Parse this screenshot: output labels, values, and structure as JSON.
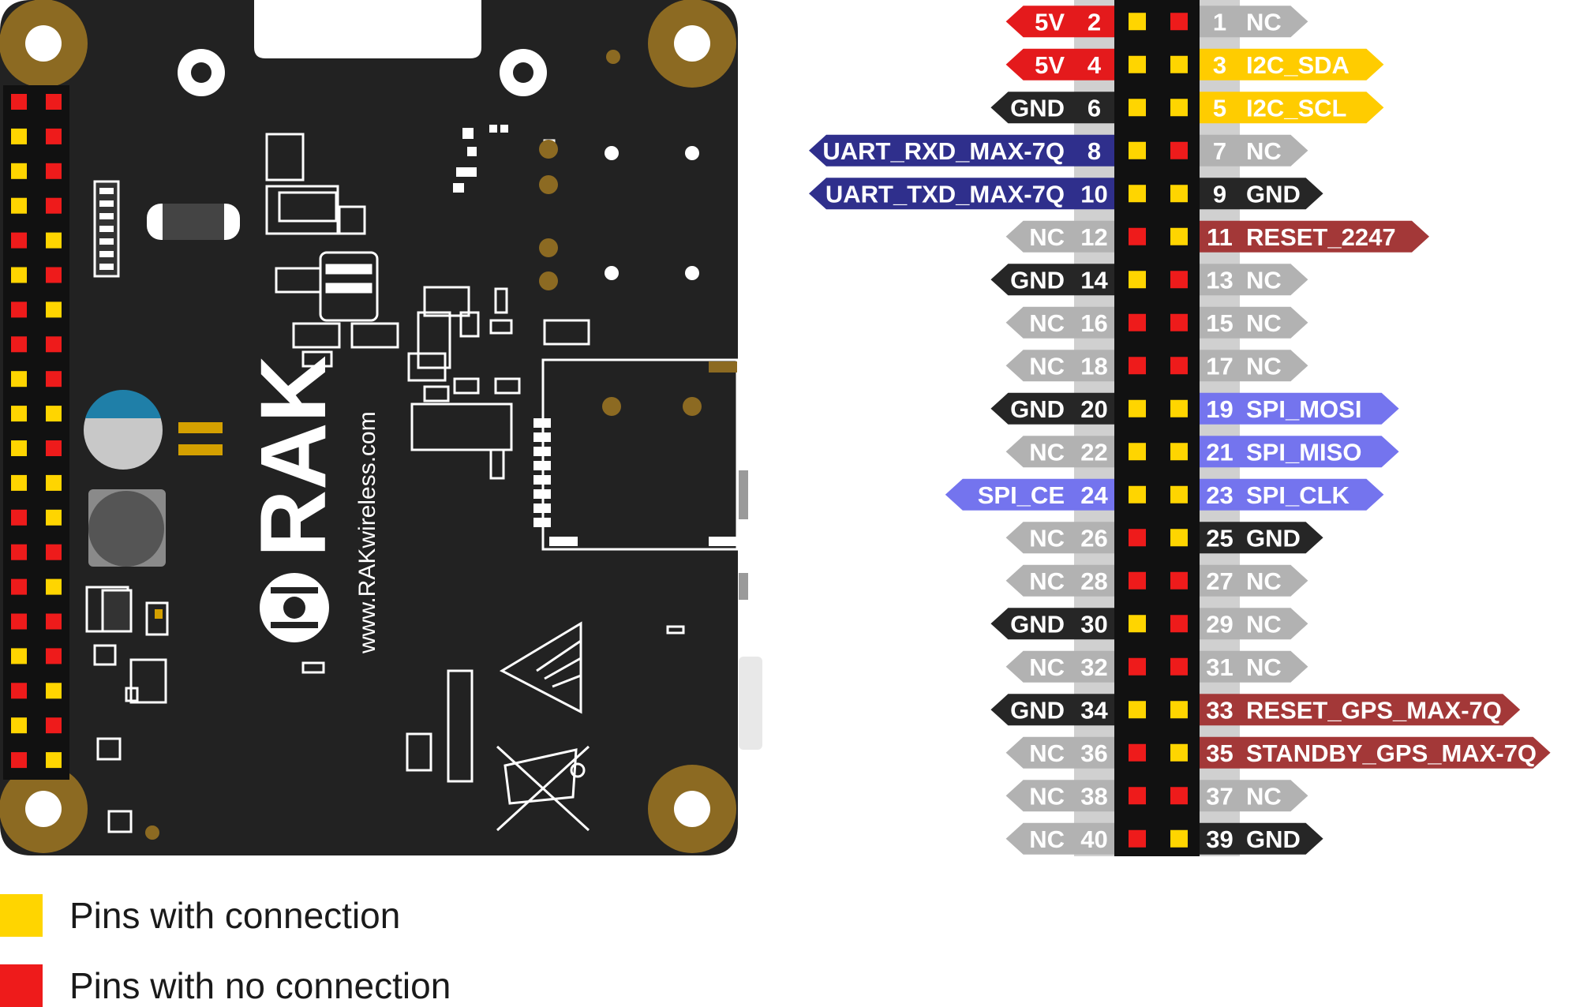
{
  "board": {
    "brand": "RAK",
    "website": "www.RAKwireless.com"
  },
  "colors": {
    "connected": "#ffd500",
    "not_connected": "#ee1b1b",
    "board": "#222222",
    "mount_pad": "#8c6a22",
    "power": "#e41a1c",
    "gnd": "#262626",
    "nc": "#b2b2b2",
    "i2c": "#ffcc00",
    "uart": "#2f2f8c",
    "spi": "#7474ee",
    "reset": "#a33838",
    "pin_number_light": "#d0d0d0",
    "pin_number_dark": "#1e1e1e"
  },
  "header": {
    "left_pins": [
      {
        "number": "2",
        "label": "5V",
        "type": "power",
        "connected": true
      },
      {
        "number": "4",
        "label": "5V",
        "type": "power",
        "connected": true
      },
      {
        "number": "6",
        "label": "GND",
        "type": "gnd",
        "connected": true
      },
      {
        "number": "8",
        "label": "UART_RXD_MAX-7Q",
        "type": "uart",
        "connected": true
      },
      {
        "number": "10",
        "label": "UART_TXD_MAX-7Q",
        "type": "uart",
        "connected": true
      },
      {
        "number": "12",
        "label": "NC",
        "type": "nc",
        "connected": false
      },
      {
        "number": "14",
        "label": "GND",
        "type": "gnd",
        "connected": true
      },
      {
        "number": "16",
        "label": "NC",
        "type": "nc",
        "connected": false
      },
      {
        "number": "18",
        "label": "NC",
        "type": "nc",
        "connected": false
      },
      {
        "number": "20",
        "label": "GND",
        "type": "gnd",
        "connected": true
      },
      {
        "number": "22",
        "label": "NC",
        "type": "nc",
        "connected": true
      },
      {
        "number": "24",
        "label": "SPI_CE",
        "type": "spi",
        "connected": true
      },
      {
        "number": "26",
        "label": "NC",
        "type": "nc",
        "connected": false
      },
      {
        "number": "28",
        "label": "NC",
        "type": "nc",
        "connected": false
      },
      {
        "number": "30",
        "label": "GND",
        "type": "gnd",
        "connected": true
      },
      {
        "number": "32",
        "label": "NC",
        "type": "nc",
        "connected": false
      },
      {
        "number": "34",
        "label": "GND",
        "type": "gnd",
        "connected": true
      },
      {
        "number": "36",
        "label": "NC",
        "type": "nc",
        "connected": false
      },
      {
        "number": "38",
        "label": "NC",
        "type": "nc",
        "connected": false
      },
      {
        "number": "40",
        "label": "NC",
        "type": "nc",
        "connected": false
      }
    ],
    "right_pins": [
      {
        "number": "1",
        "label": "NC",
        "type": "nc",
        "connected": false
      },
      {
        "number": "3",
        "label": "I2C_SDA",
        "type": "i2c",
        "connected": true
      },
      {
        "number": "5",
        "label": "I2C_SCL",
        "type": "i2c",
        "connected": true
      },
      {
        "number": "7",
        "label": "NC",
        "type": "nc",
        "connected": false
      },
      {
        "number": "9",
        "label": "GND",
        "type": "gnd",
        "connected": true
      },
      {
        "number": "11",
        "label": "RESET_2247",
        "type": "reset",
        "connected": true
      },
      {
        "number": "13",
        "label": "NC",
        "type": "nc",
        "connected": false
      },
      {
        "number": "15",
        "label": "NC",
        "type": "nc",
        "connected": false
      },
      {
        "number": "17",
        "label": "NC",
        "type": "nc",
        "connected": false
      },
      {
        "number": "19",
        "label": "SPI_MOSI",
        "type": "spi",
        "connected": true
      },
      {
        "number": "21",
        "label": "SPI_MISO",
        "type": "spi",
        "connected": true
      },
      {
        "number": "23",
        "label": "SPI_CLK",
        "type": "spi",
        "connected": true
      },
      {
        "number": "25",
        "label": "GND",
        "type": "gnd",
        "connected": true
      },
      {
        "number": "27",
        "label": "NC",
        "type": "nc",
        "connected": false
      },
      {
        "number": "29",
        "label": "NC",
        "type": "nc",
        "connected": false
      },
      {
        "number": "31",
        "label": "NC",
        "type": "nc",
        "connected": false
      },
      {
        "number": "33",
        "label": "RESET_GPS_MAX-7Q",
        "type": "reset",
        "connected": true
      },
      {
        "number": "35",
        "label": "STANDBY_GPS_MAX-7Q",
        "type": "reset",
        "connected": true
      },
      {
        "number": "37",
        "label": "NC",
        "type": "nc",
        "connected": false
      },
      {
        "number": "39",
        "label": "GND",
        "type": "gnd",
        "connected": true
      }
    ]
  },
  "board_header_column_colors": {
    "outer": [
      "red",
      "yellow",
      "yellow",
      "yellow",
      "red",
      "yellow",
      "red",
      "red",
      "yellow",
      "yellow",
      "yellow",
      "yellow",
      "red",
      "red",
      "red",
      "red",
      "yellow",
      "red",
      "yellow",
      "red"
    ],
    "inner": [
      "red",
      "red",
      "red",
      "red",
      "yellow",
      "red",
      "yellow",
      "red",
      "red",
      "yellow",
      "red",
      "yellow",
      "yellow",
      "red",
      "yellow",
      "red",
      "red",
      "yellow",
      "red",
      "yellow"
    ]
  },
  "legend": [
    {
      "label": "Pins with connection",
      "color": "#ffd500"
    },
    {
      "label": "Pins with no connection",
      "color": "#ee1b1b"
    }
  ]
}
